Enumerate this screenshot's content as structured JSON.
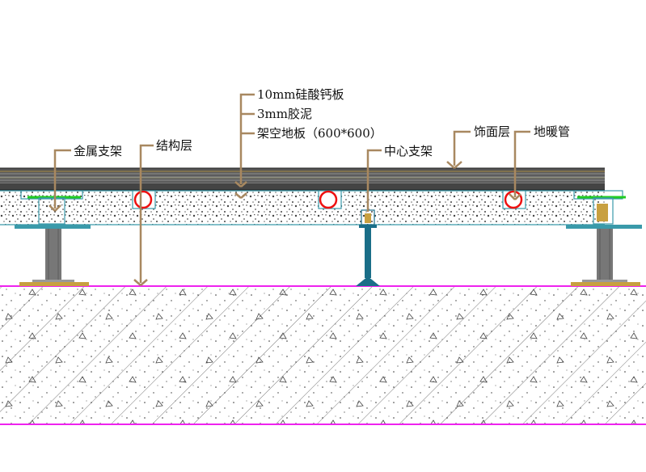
{
  "labels": {
    "calcium_silicate": "10mm硅酸钙板",
    "mortar": "3mm胶泥",
    "raised_panel": "架空地板（600*600）",
    "finish_layer": "饰面层",
    "heating_pipe": "地暖管",
    "metal_support": "金属支架",
    "structure_layer": "结构层",
    "center_support": "中心支架"
  },
  "colors": {
    "leader": "#a88860",
    "slab_edge": "#ee22ee",
    "pipe": "#ee1111",
    "cyan_line": "#3a9aaa",
    "support_grey": "#777777",
    "base_plate": "#c8a040",
    "green_clip": "#22cc22",
    "center_support_blue": "#1a6e88"
  }
}
